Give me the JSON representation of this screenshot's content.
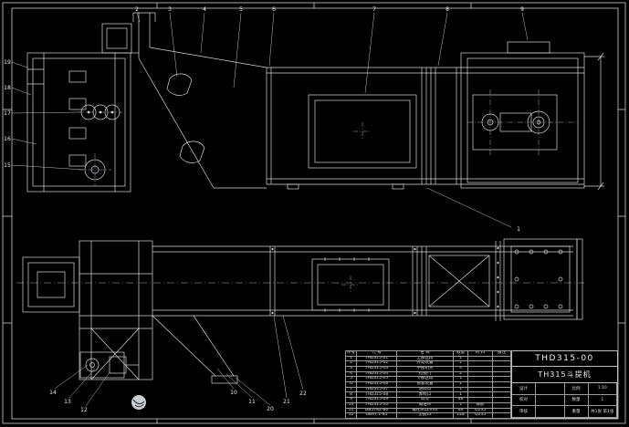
{
  "drawing": {
    "background": "#000000",
    "line_color": "#d6d6d6",
    "number": "THD315-00",
    "name": "TH315斗提机"
  },
  "callouts": {
    "top": [
      "2",
      "3",
      "4",
      "5",
      "6",
      "7",
      "8",
      "9"
    ],
    "left": [
      "19",
      "18",
      "17",
      "16",
      "15"
    ],
    "diagonal": [
      "1"
    ],
    "bottom_left": [
      "14",
      "13",
      "12"
    ],
    "bottom_center": [
      "10",
      "11",
      "20",
      "21",
      "22"
    ]
  },
  "bom": {
    "headers": [
      "序号",
      "代  号",
      "名  称",
      "数量",
      "材 料",
      "备注"
    ],
    "rows": [
      [
        "1",
        "THD315-01",
        "上部区段",
        "1",
        "",
        ""
      ],
      [
        "2",
        "THD315-02",
        "传动装置",
        "1",
        "",
        ""
      ],
      [
        "3",
        "THD315-03",
        "中部机壳",
        "4",
        "",
        ""
      ],
      [
        "4",
        "THD315-04",
        "检视门",
        "2",
        "",
        ""
      ],
      [
        "5",
        "THD315-05",
        "下部区段",
        "1",
        "",
        ""
      ],
      [
        "6",
        "THD315-06",
        "张紧装置",
        "1",
        "",
        ""
      ],
      [
        "7",
        "THD315-07",
        "进料口",
        "1",
        "",
        ""
      ],
      [
        "8",
        "THD315-08",
        "卸料口",
        "1",
        "",
        ""
      ],
      [
        "9",
        "THD315-09",
        "料斗",
        "46",
        "",
        ""
      ],
      [
        "10",
        "THD315-10",
        "输送带",
        "1",
        "橡胶",
        ""
      ],
      [
        "11",
        "GB5782-86",
        "螺栓M12×40",
        "64",
        "Q235",
        ""
      ],
      [
        "12",
        "GB97.1-85",
        "垫圈12",
        "128",
        "Q235",
        ""
      ]
    ]
  },
  "title_block": {
    "drawing_number": "THD315-00",
    "product_name": "TH315斗提机",
    "fields": {
      "design": "设计",
      "check": "校对",
      "review": "审核",
      "scale": "比例",
      "scale_value": "1:10",
      "qty": "数量",
      "qty_value": "1",
      "weight": "重量",
      "sheet": "共1张 第1张"
    }
  }
}
